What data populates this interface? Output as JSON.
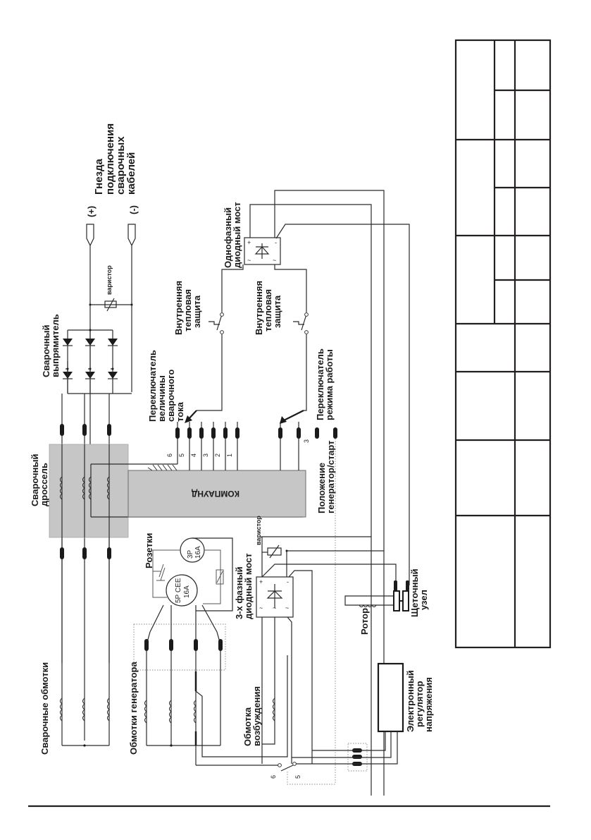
{
  "diagram": {
    "orientation": "rotated-90-ccw",
    "labels": {
      "weld_sockets": [
        "Гнезда",
        "подключения",
        "сварочных",
        "кабелей"
      ],
      "plus_terminal": "(+)",
      "minus_terminal": "(-)",
      "varistor_top": "варистор",
      "weld_rectifier": [
        "Сварочный",
        "выпрямитель"
      ],
      "single_phase_bridge": [
        "Однофазный",
        "диодный мост"
      ],
      "thermal_protection_1": [
        "Внутренняя",
        "тепловая",
        "защита"
      ],
      "thermal_protection_2": [
        "Внутренняя",
        "тепловая",
        "защита"
      ],
      "current_switch": [
        "Переключатель",
        "величины",
        "сварочного",
        "тока"
      ],
      "mode_switch": [
        "Переключатель",
        "режима работы"
      ],
      "weld_choke": [
        "Сварочный",
        "дроссель"
      ],
      "compound": "КОМПАУНД",
      "gen_start_position": [
        "Положение",
        "генератор/старт"
      ],
      "sockets": "Розетки",
      "socket_5p": [
        "5P CEE",
        "16A"
      ],
      "socket_3p": [
        "3P",
        "16A"
      ],
      "three_phase_bridge": [
        "3-х фазный",
        "диодный мост"
      ],
      "varistor_bottom": "варистор",
      "weld_windings": "Сварочные обмотки",
      "gen_windings": "Обмотки генератора",
      "excitation_winding": [
        "Обмотка",
        "возбуждения"
      ],
      "rotor": "Ротор",
      "brush_assembly": [
        "Щеточный",
        "узел"
      ],
      "voltage_regulator": [
        "Электронный",
        "регулятор",
        "напряжения"
      ],
      "switch_pos_6": "6",
      "switch_pos_5": "5",
      "tap_numbers": [
        "6",
        "5",
        "4",
        "3",
        "2",
        "1"
      ],
      "tap_extra": "3"
    },
    "bridge_marks": {
      "plus": "+",
      "minus": "-",
      "ac": "~"
    }
  },
  "title_block": {
    "rows": 7,
    "cells_text": []
  }
}
